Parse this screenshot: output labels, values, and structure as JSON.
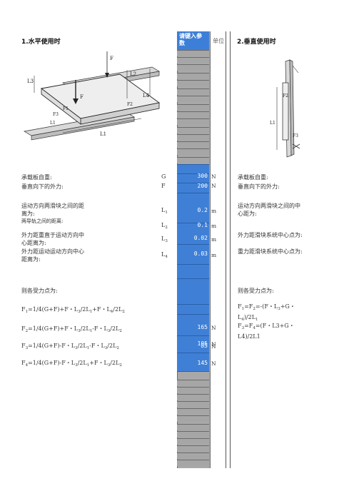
{
  "left": {
    "heading": "1.水平使用时",
    "rows": [
      {
        "label": "承载板自重:",
        "symbol": "G",
        "value": "300",
        "unit": "N"
      },
      {
        "label": "垂直向下的外力:",
        "symbol": "F",
        "value": "200",
        "unit": "N"
      },
      {
        "label": "运动方向两滑块之间的距离为:",
        "symbol": "L1",
        "value": "0.2",
        "unit": "m"
      },
      {
        "label": "两导轨之间的距离:",
        "symbol": "L2",
        "value": "0.1",
        "unit": "m"
      },
      {
        "label": "外力距重直于运动方向中心距离为:",
        "symbol": "L3",
        "value": "0.02",
        "unit": "m"
      },
      {
        "label": "外力距运动运动方向中心距离为:",
        "symbol": "L4",
        "value": "0.03",
        "unit": "m"
      }
    ],
    "result_heading": "则各受力点为:",
    "formulas": [
      {
        "text": "F1=1/4(G+F)+F・L3/2L1+F・L4/2L2",
        "value": "165",
        "unit": "N"
      },
      {
        "text": "F2=1/4(G+F)+F・L3/2L1-F・L3/2L2",
        "value": "105",
        "unit": "N"
      },
      {
        "text": "F3=1/4(G+F)-F・L3/2L1-F・L3/2L2",
        "value": "85",
        "unit": "N"
      },
      {
        "text": "F4=1/4(G+F)-F・L3/2L1+F・L3/2L2",
        "value": "145",
        "unit": "N"
      }
    ]
  },
  "column": {
    "header": "请键入参数",
    "unit_header": "单位"
  },
  "right": {
    "heading": "2.垂直使用时",
    "rows": [
      {
        "label": "承载板自重:"
      },
      {
        "label": "垂直向下的外力:"
      },
      {
        "label": "运动方向两滑块之间的中心距为:"
      },
      {
        "label": "外力距滑块系统中心点为:"
      },
      {
        "label": "重力距滑块系统中心点为:"
      }
    ],
    "result_heading": "则各受力点为:",
    "formulas": [
      {
        "text": "F1=F2=-(F・L3+G・L4)/2L1"
      },
      {
        "text": "F3=F4=(F・L3+G・L4)/2L1"
      }
    ]
  },
  "colors": {
    "input_blue": "#3f80d6",
    "band_gray": "#a6a6a6"
  }
}
